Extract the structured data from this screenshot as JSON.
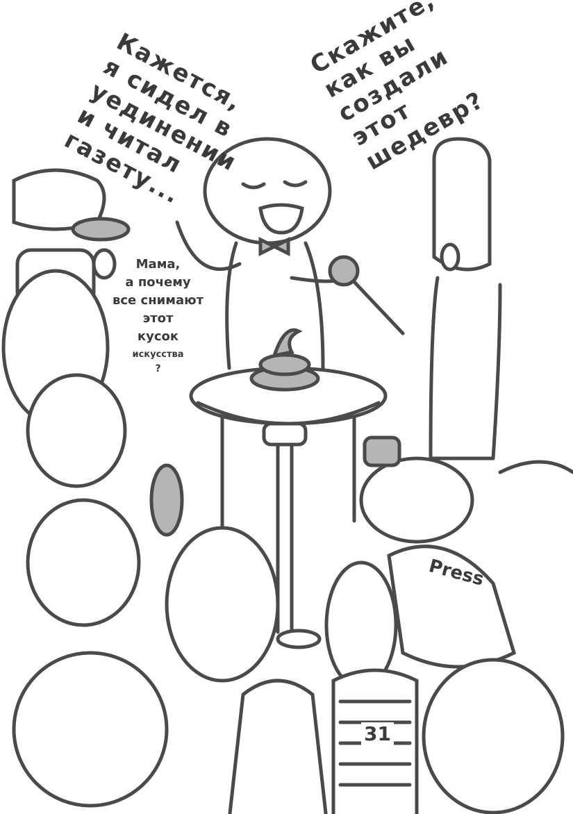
{
  "speech_artist": {
    "lines": [
      "Кажется,",
      "я сидел в",
      "уединении",
      "и читал",
      "газету..."
    ]
  },
  "speech_reporter": {
    "lines": [
      "Скажите,",
      "как вы",
      "создали",
      "этот",
      "шедевр?"
    ]
  },
  "speech_child": {
    "lines": [
      "Мама,",
      "а почему",
      "все снимают",
      "этот",
      "кусок",
      "искусства",
      "?"
    ]
  },
  "labels": {
    "press": "Press",
    "jersey_number": "31"
  },
  "colors": {
    "ink": "#4a4a4a",
    "shade": "#b5b5b5",
    "background": "#ffffff"
  }
}
